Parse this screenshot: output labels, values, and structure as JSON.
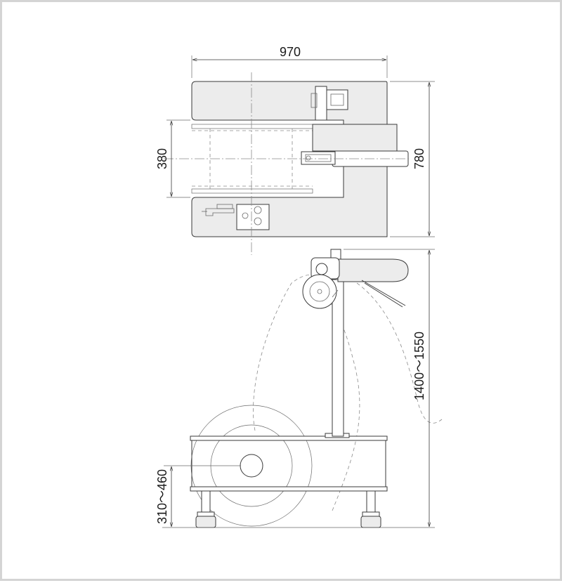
{
  "dimensions": {
    "width_top": "970",
    "depth_inner": "380",
    "depth_total": "780",
    "height_total": "1400～1550",
    "base_height": "310～460"
  }
}
